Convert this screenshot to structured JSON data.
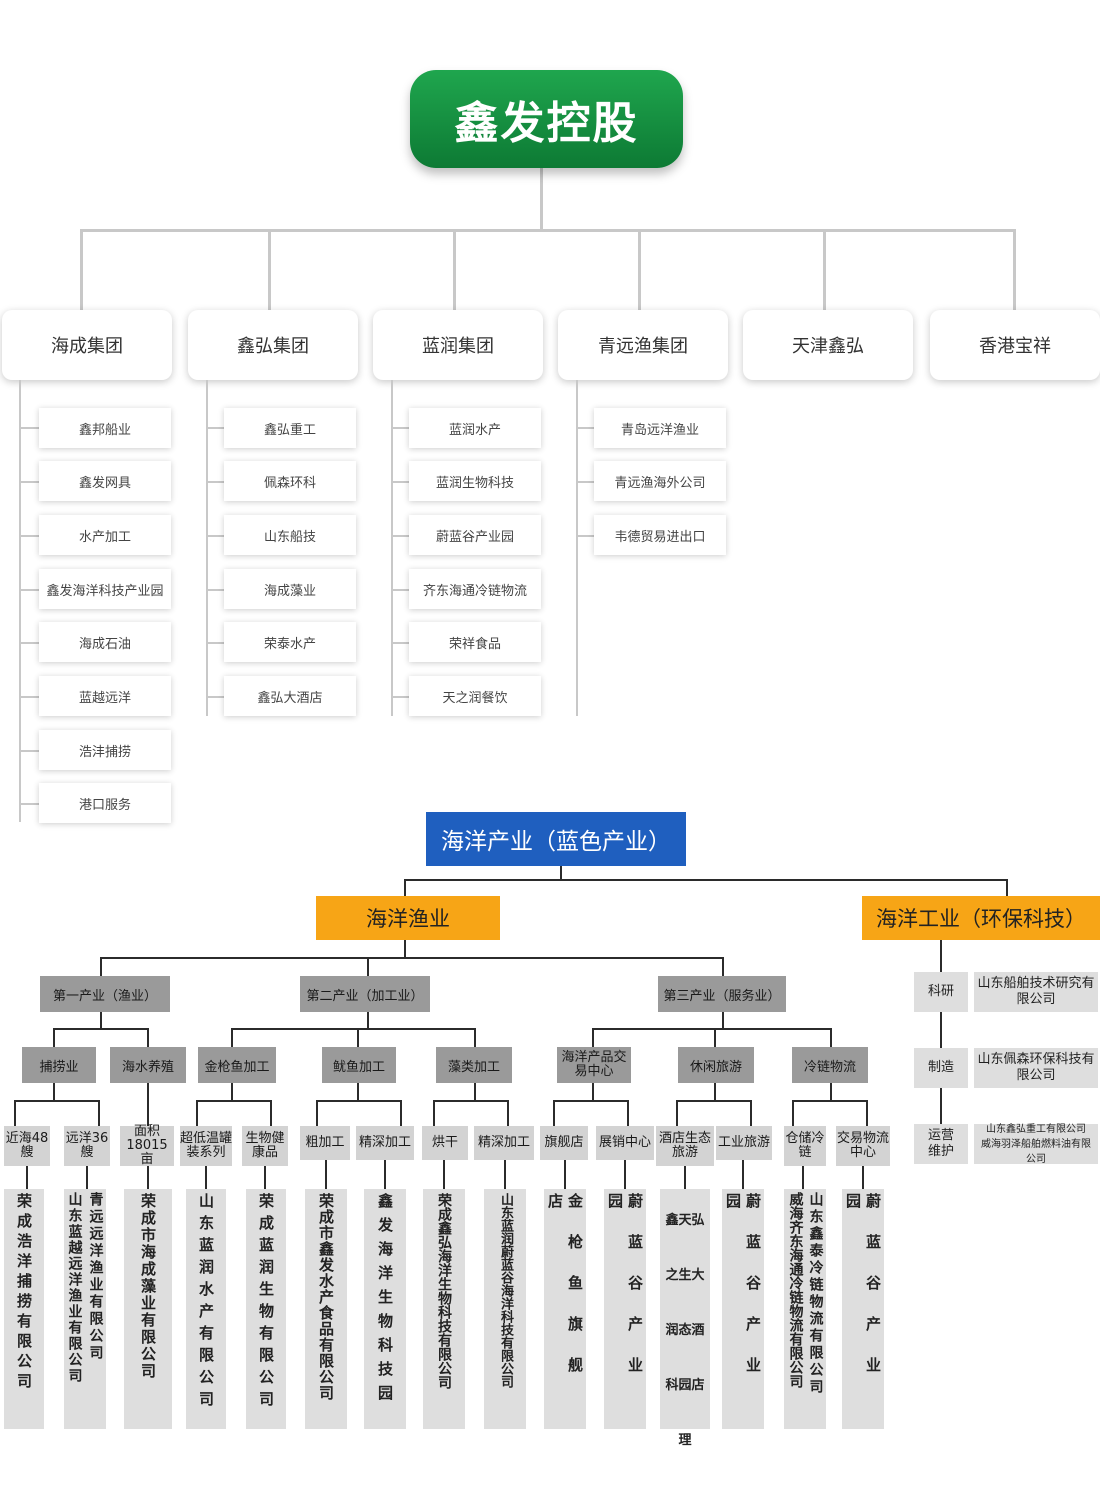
{
  "top": {
    "root": "鑫发控股",
    "groups": [
      {
        "name": "海成集团",
        "subs": [
          "鑫邦船业",
          "鑫发网具",
          "水产加工",
          "鑫发海洋科技产业园",
          "海成石油",
          "蓝越远洋",
          "浩沣捕捞",
          "港口服务"
        ]
      },
      {
        "name": "鑫弘集团",
        "subs": [
          "鑫弘重工",
          "佩森环科",
          "山东船技",
          "海成藻业",
          "荣泰水产",
          "鑫弘大酒店"
        ]
      },
      {
        "name": "蓝润集团",
        "subs": [
          "蓝润水产",
          "蓝润生物科技",
          "蔚蓝谷产业园",
          "齐东海通冷链物流",
          "荣祥食品",
          "天之润餐饮"
        ]
      },
      {
        "name": "青远渔集团",
        "subs": [
          "青岛远洋渔业",
          "青远渔海外公司",
          "韦德贸易进出口"
        ]
      },
      {
        "name": "天津鑫弘",
        "subs": []
      },
      {
        "name": "香港宝祥",
        "subs": []
      }
    ]
  },
  "bottom": {
    "title": "海洋产业（蓝色产业）",
    "fishery": "海洋渔业",
    "industry": "海洋工业（环保科技）",
    "primary": "第一产业（渔业）",
    "secondary": "第二产业（加工业）",
    "tertiary": "第三产业（服务业）",
    "l3": [
      "捕捞业",
      "海水养殖",
      "金枪鱼加工",
      "鱿鱼加工",
      "藻类加工",
      "海洋产品交易中心",
      "休闲旅游",
      "冷链物流"
    ],
    "l4": [
      "近海48艘",
      "远洋36艘",
      "面积18015亩",
      "超低温罐装系列",
      "生物健康品",
      "粗加工",
      "精深加工",
      "烘干",
      "精深加工",
      "旗舰店",
      "展销中心",
      "酒店生态旅游",
      "工业旅游",
      "仓储冷链",
      "交易物流中心"
    ],
    "companies": [
      "荣成浩洋捕捞有限公司",
      "山东蓝越远洋渔业有限公司",
      "青远远洋渔业有限公司",
      "荣成市海成藻业有限公司",
      "山东蓝润水产有限公司",
      "荣成蓝润生物有限公司",
      "荣成市鑫发水产食品有限公司",
      "鑫发海洋生物科技园",
      "荣成鑫弘海洋生物科技有限公司",
      "山东蓝润蔚蓝谷海洋科技有限公司",
      "金枪鱼旗舰店",
      "蔚蓝谷产业园",
      "鑫天弘之生大润态酒科园店理",
      "蔚蓝谷产业园",
      "威海齐东海通冷链物流有限公司",
      "山东鑫泰冷链物流有限公司",
      "蔚蓝谷产业园"
    ],
    "right": [
      {
        "label": "科研",
        "company": "山东船舶技术研究有限公司"
      },
      {
        "label": "制造",
        "company": "山东佩森环保科技有限公司"
      },
      {
        "label": "运营维护",
        "company": "山东鑫弘重工有限公司 威海羽泽船舶燃料油有限公司"
      }
    ]
  }
}
